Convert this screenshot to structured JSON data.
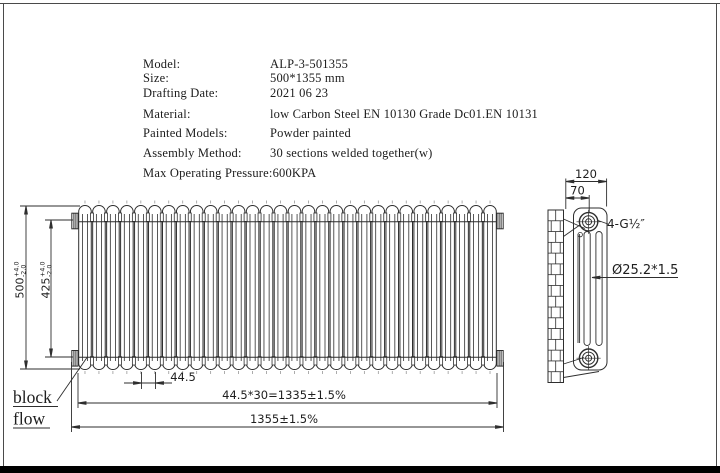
{
  "spec_table": {
    "rows": [
      {
        "label": "Model:",
        "value": "ALP-3-501355"
      },
      {
        "label": "Size:",
        "value": "500*1355 mm"
      },
      {
        "label": "Drafting Date:",
        "value": "2021 06 23"
      },
      {
        "label": "Material:",
        "value": "low Carbon Steel  EN 10130 Grade Dc01.EN 10131"
      },
      {
        "label": "Painted Models:",
        "value": "Powder painted"
      },
      {
        "label": "Assembly Method:",
        "value": "30 sections welded together(w)"
      },
      {
        "label": "Max Operating Pressure:",
        "value": "600KPA"
      }
    ]
  },
  "front_view": {
    "sections": 30,
    "dim_height_overall": {
      "value": "500",
      "tol_plus": "+4.0",
      "tol_minus": "-2.0"
    },
    "dim_height_centers": {
      "value": "425",
      "tol_plus": "+4.0",
      "tol_minus": "-2.0"
    },
    "dim_pitch": "44.5",
    "dim_sections_total": "44.5*30=1335±1.5%",
    "dim_overall_length": "1355±1.5%",
    "callout_line1": "block",
    "callout_line2": "flow"
  },
  "side_view": {
    "dim_depth": "120",
    "dim_pipe_offset": "70",
    "thread_label": "4-G½″",
    "tube_label": "Ø25.2*1.5"
  },
  "colors": {
    "line": "#2e2e2e",
    "text": "#1e1e1e",
    "bottom_bar": "#000000"
  }
}
